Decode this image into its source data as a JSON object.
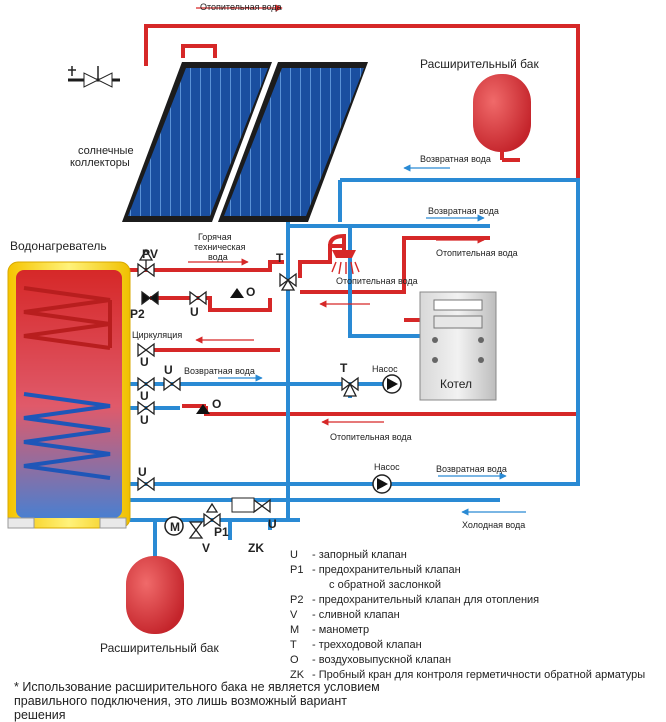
{
  "colors": {
    "hot": "#d62828",
    "cold": "#2a8ad4",
    "tank": "#ffe14d",
    "vessel": "#d9343b",
    "arrow": "#2a8ad4"
  },
  "labels": {
    "heating_water_top": "Отопительная вода",
    "expansion_tank_top": "Расширительный бак",
    "solar_collectors": "солнечные коллекторы",
    "return_water_1": "Возвратная вода",
    "return_water_2": "Возвратная  вода",
    "heating_water_2": "Отопительная вода",
    "water_heater": "Водонагреватель",
    "hot_tech_water": "Горячая техническая вода",
    "heating_water_3": "Отопительная вода",
    "circulation": "Циркуляция",
    "return_water_3": "Возвратная вода",
    "pump_1": "Насос",
    "boiler": "Котел",
    "heating_water_4": "Отопительная вода",
    "pump_2": "Насос",
    "return_water_4": "Возвратная вода",
    "cold_water": "Холодная вода",
    "expansion_tank_bottom": "Расширительный бак"
  },
  "valve_codes": {
    "pv": "PV",
    "p2": "P2",
    "u": "U",
    "o": "O",
    "t": "T",
    "m": "M",
    "p1": "P1",
    "v": "V",
    "zk": "ZK"
  },
  "legend": [
    {
      "code": "U",
      "text": "- запорный клапан"
    },
    {
      "code": "P1",
      "text": "- предохранительный клапан"
    },
    {
      "code": "",
      "text": "с обратной заслонкой"
    },
    {
      "code": "P2",
      "text": "- предохранительный клапан для отопления"
    },
    {
      "code": "V",
      "text": "- сливной клапан"
    },
    {
      "code": "M",
      "text": "- манометр"
    },
    {
      "code": "T",
      "text": "- трехходовой клапан"
    },
    {
      "code": "O",
      "text": "- воздуховыпускной клапан"
    },
    {
      "code": "ZK",
      "text": "- Пробный кран для контроля герметичности обратной арматуры"
    }
  ],
  "note": "* Использование расширительного бака не является условием правильного подключения, это лишь возможный вариант решения"
}
